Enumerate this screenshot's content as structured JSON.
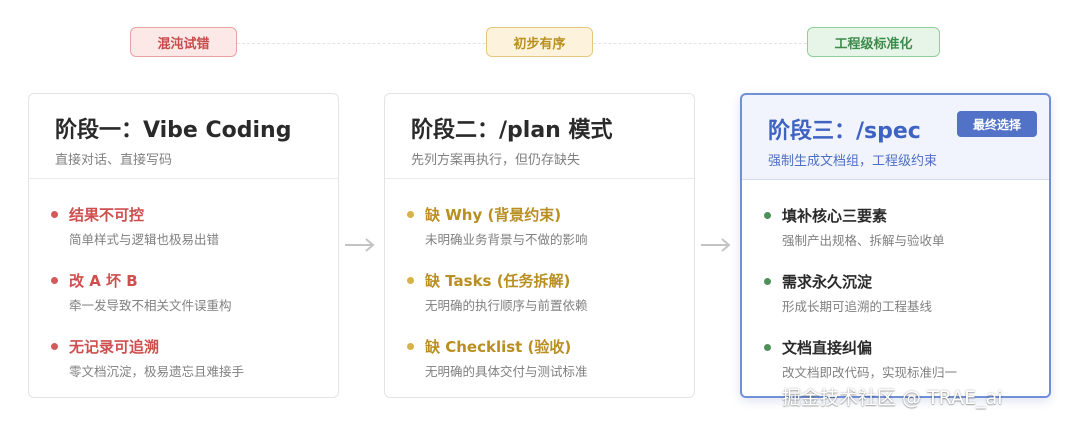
{
  "stages": [
    {
      "pill": "混沌试错",
      "title": "阶段一：Vibe Coding",
      "subtitle": "直接对话、直接写码",
      "items": [
        {
          "heading": "结果不可控",
          "desc": "简单样式与逻辑也极易出错"
        },
        {
          "heading": "改 A 坏 B",
          "desc": "牵一发导致不相关文件误重构"
        },
        {
          "heading": "无记录可追溯",
          "desc": "零文档沉淀，极易遗忘且难接手"
        }
      ]
    },
    {
      "pill": "初步有序",
      "title": "阶段二：/plan 模式",
      "subtitle": "先列方案再执行，但仍存缺失",
      "items": [
        {
          "heading": "缺 Why (背景约束)",
          "desc": "未明确业务背景与不做的影响"
        },
        {
          "heading": "缺 Tasks (任务拆解)",
          "desc": "无明确的执行顺序与前置依赖"
        },
        {
          "heading": "缺 Checklist (验收)",
          "desc": "无明确的具体交付与测试标准"
        }
      ]
    },
    {
      "pill": "工程级标准化",
      "title": "阶段三：/spec",
      "subtitle": "强制生成文档组，工程级约束",
      "badge": "最终选择",
      "items": [
        {
          "heading": "填补核心三要素",
          "desc": "强制产出规格、拆解与验收单"
        },
        {
          "heading": "需求永久沉淀",
          "desc": "形成长期可追溯的工程基线"
        },
        {
          "heading": "文档直接纠偏",
          "desc": "改文档即改代码，实现标准归一"
        }
      ]
    }
  ],
  "watermark": "掘金技术社区 @ TRAE_ai",
  "colors": {
    "stage1": "#cf4f4f",
    "stage2": "#b98f22",
    "stage3": "#3f63c2",
    "stage3_bullet": "#4e8f5a",
    "badge": "#5272c8"
  },
  "icons": [
    "arrow-right-icon",
    "bullet-dot-icon"
  ]
}
